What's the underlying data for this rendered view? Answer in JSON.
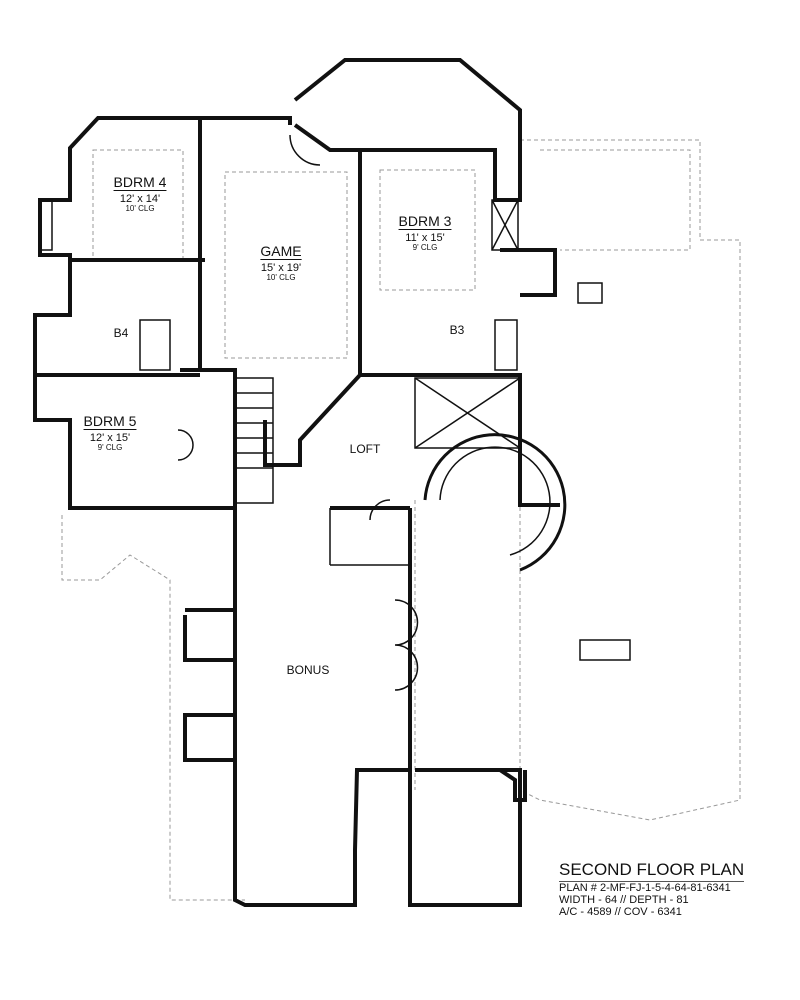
{
  "rooms": {
    "bdrm4": {
      "name": "BDRM 4",
      "size": "12' x 14'",
      "ceiling": "10' CLG"
    },
    "game": {
      "name": "GAME",
      "size": "15' x 19'",
      "ceiling": "10' CLG"
    },
    "bdrm3": {
      "name": "BDRM 3",
      "size": "11' x 15'",
      "ceiling": "9' CLG"
    },
    "b4": {
      "name": "B4"
    },
    "b3": {
      "name": "B3"
    },
    "bdrm5": {
      "name": "BDRM 5",
      "size": "12' x 15'",
      "ceiling": "9' CLG"
    },
    "loft": {
      "name": "LOFT"
    },
    "bonus": {
      "name": "BONUS"
    }
  },
  "title_block": {
    "title": "SECOND FLOOR PLAN",
    "plan_number": "PLAN # 2-MF-FJ-1-5-4-64-81-6341",
    "dimensions": "WIDTH - 64 // DEPTH - 81",
    "area": "A/C - 4589 // COV - 6341"
  }
}
